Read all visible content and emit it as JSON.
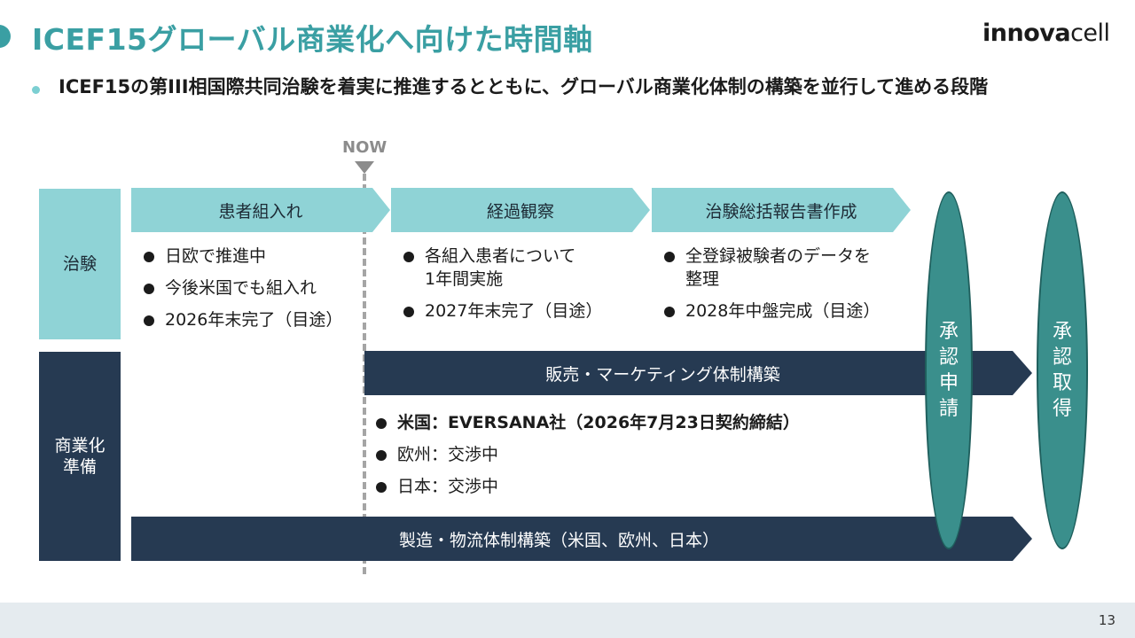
{
  "header": {
    "title": "ICEF15グローバル商業化へ向けた時間軸",
    "logo_bold": "innova",
    "logo_light": "cell",
    "subtitle": "ICEF15の第III相国際共同治験を着実に推進するとともに、グローバル商業化体制の構築を並行して進める段階"
  },
  "now_label": "NOW",
  "rows": {
    "trial": "治験",
    "commercial": "商業化\n準備"
  },
  "phases": [
    {
      "label": "患者組入れ",
      "bullets": [
        "日欧で推進中",
        "今後米国でも組入れ",
        "2026年末完了（目途）"
      ]
    },
    {
      "label": "経過観察",
      "bullets": [
        "各組入患者について\n1年間実施",
        "2027年末完了（目途）"
      ]
    },
    {
      "label": "治験総括報告書作成",
      "bullets": [
        "全登録被験者のデータを\n整理",
        "2028年中盤完成（目途）"
      ]
    }
  ],
  "sales": {
    "label": "販売・マーケティング体制構築",
    "bullets": [
      "米国：EVERSANA社（2026年7月23日契約締結）",
      "欧州：交渉中",
      "日本：交渉中"
    ]
  },
  "manufacturing": {
    "label": "製造・物流体制構築（米国、欧州、日本）"
  },
  "milestones": [
    "承認申請",
    "承認取得"
  ],
  "footer": {
    "page_number": "13"
  },
  "colors": {
    "teal_title": "#3a9fa3",
    "light_teal": "#8fd3d6",
    "navy": "#263a52",
    "ellipse": "#3a8f8c"
  }
}
